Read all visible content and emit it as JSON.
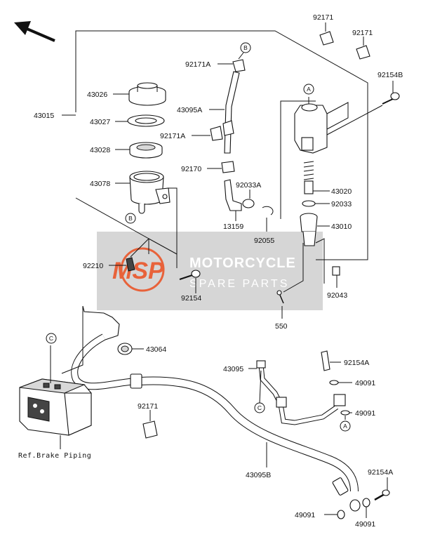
{
  "callouts": {
    "c43015": "43015",
    "c43026": "43026",
    "c43027": "43027",
    "c43028": "43028",
    "c43078": "43078",
    "c92210": "92210",
    "c92154": "92154",
    "c92171A_top": "92171A",
    "c43095A": "43095A",
    "c92171A_mid": "92171A",
    "c92170": "92170",
    "c92033A": "92033A",
    "c13159": "13159",
    "c92055": "92055",
    "c92171_a": "92171",
    "c92171_b": "92171",
    "c92154B": "92154B",
    "c43020": "43020",
    "c92033": "92033",
    "c43010": "43010",
    "c92043": "92043",
    "c550": "550",
    "c43064": "43064",
    "c43095": "43095",
    "c92154A_mid": "92154A",
    "c49091_a": "49091",
    "c49091_b": "49091",
    "c92171_low": "92171",
    "c43095B": "43095B",
    "c92154A_low": "92154A",
    "c49091_c": "49091",
    "c49091_d": "49091"
  },
  "ref_note": "Ref.Brake Piping",
  "markers": {
    "b_top": "B",
    "b_res": "B",
    "a_master": "A",
    "a_lower": "A",
    "c_abs": "C",
    "c_hose": "C"
  },
  "watermark": {
    "logo": "MSP",
    "line1": "MOTORCYCLE",
    "line2": "SPARE PARTS"
  },
  "colors": {
    "watermark_logo": "#e8623a",
    "watermark_band": "#cfcfcf"
  },
  "icons": {
    "direction": "arrow-up-left-icon"
  }
}
